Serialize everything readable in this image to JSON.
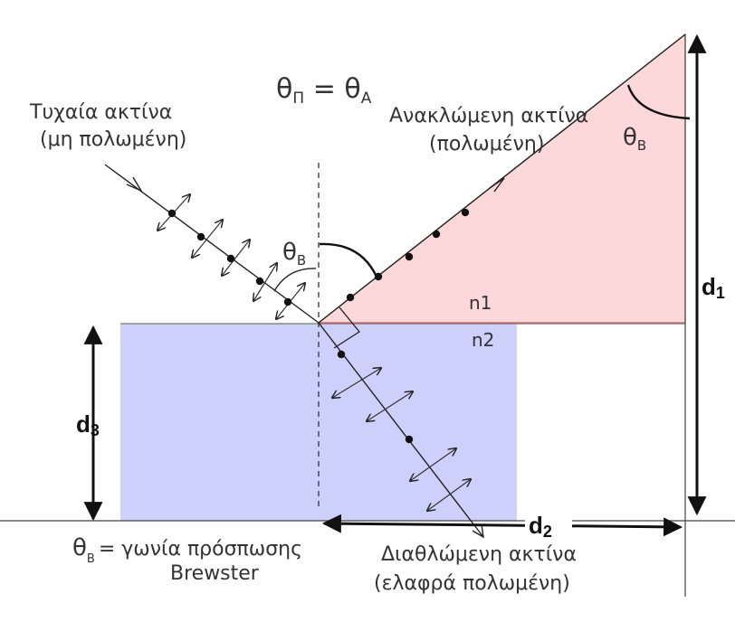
{
  "labels": {
    "angle_equation_main": "θ",
    "angle_equation_sub1": "Π",
    "angle_equation_mid": " = θ",
    "angle_equation_sub2": "A",
    "incident_line1": "Τυχαία ακτίνα",
    "incident_line2": "(μη πολωμένη)",
    "reflected_line1": "Ανακλώμενη ακτίνα",
    "reflected_line2": "(πολωμένη)",
    "refracted_line1": "Διαθλώμενη ακτίνα",
    "refracted_line2": "(ελαφρά πολωμένη)",
    "theta": "θ",
    "sub_b": "B",
    "n1": "n1",
    "n2": "n2",
    "d1_main": "d",
    "d1_sub": "1",
    "d2_main": "d",
    "d2_sub": "2",
    "d3_main": "d",
    "d3_sub": "3",
    "legend_line1_rest": "= γωνία πρόσπωσης",
    "legend_line2": "Brewster"
  },
  "colors": {
    "triangle_fill": "#fdd8da",
    "triangle_stroke": "#c8606a",
    "medium_fill": "#cdd0fb",
    "line": "#222222",
    "text": "#333333"
  }
}
